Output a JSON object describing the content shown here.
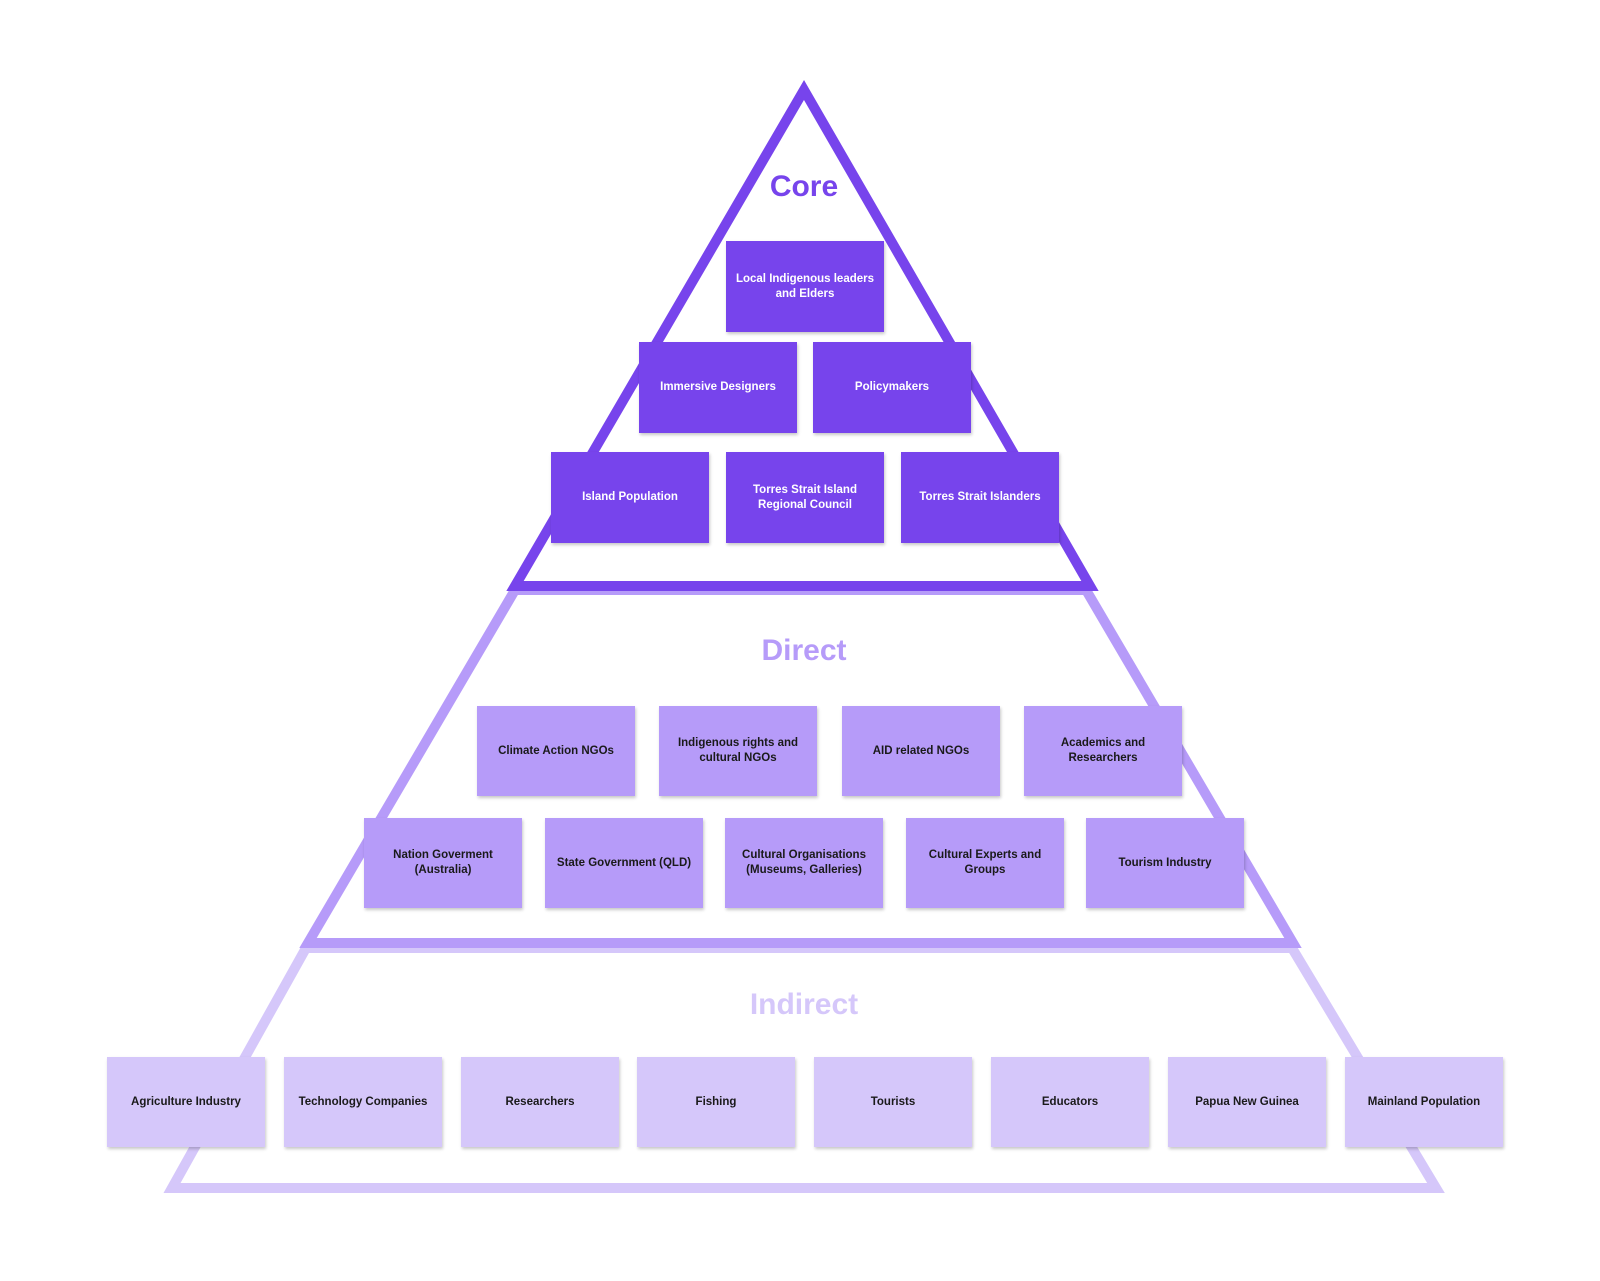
{
  "colors": {
    "core": "#7744ec",
    "direct": "#b69bf9",
    "indirect": "#d5c7fa"
  },
  "tiers": {
    "core": {
      "label": "Core",
      "notes": [
        "Local Indigenous leaders\nand Elders",
        "Immersive Designers",
        "Policymakers",
        "Island Population",
        "Torres Strait Island\nRegional Council",
        "Torres Strait Islanders"
      ]
    },
    "direct": {
      "label": "Direct",
      "notes": [
        "Climate Action NGOs",
        "Indigenous rights and\ncultural NGOs",
        "AID related NGOs",
        "Academics and\nResearchers",
        "Nation Goverment\n(Australia)",
        "State Government (QLD)",
        "Cultural Organisations\n(Museums, Galleries)",
        "Cultural Experts and\nGroups",
        "Tourism Industry"
      ]
    },
    "indirect": {
      "label": "Indirect",
      "notes": [
        "Agriculture Industry",
        "Technology Companies",
        "Researchers",
        "Fishing",
        "Tourists",
        "Educators",
        "Papua New Guinea",
        "Mainland Population"
      ]
    }
  }
}
